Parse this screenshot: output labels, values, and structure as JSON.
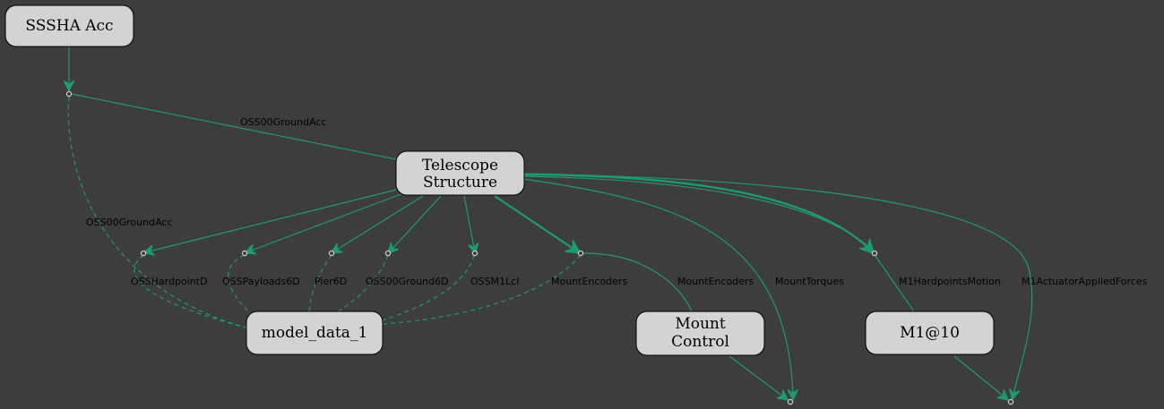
{
  "nodes": {
    "sssha": "SSSHA Acc",
    "telescope_line1": "Telescope",
    "telescope_line2": "Structure",
    "model_data": "model_data_1",
    "mount_line1": "Mount",
    "mount_line2": "Control",
    "m1": "M1@10"
  },
  "edges": {
    "oss00groundacc_top": "OSS00GroundAcc",
    "oss00groundacc_left": "OSS00GroundAcc",
    "osshardpointd": "OSSHardpointD",
    "osspayloads6d": "OSSPayloads6D",
    "pier6d": "Pier6D",
    "oss00ground6d": "OSS00Ground6D",
    "ossm1lcl": "OSSM1Lcl",
    "mountencoders_left": "MountEncoders",
    "mountencoders_right": "MountEncoders",
    "mounttorques": "MountTorques",
    "m1hardpointsmotion": "M1HardpointsMotion",
    "m1actuatorappliedforces": "M1ActuatorAppliedForces"
  },
  "colors": {
    "background": "#3d3d3d",
    "node_fill": "#d3d3d3",
    "edge": "#1f9a72"
  }
}
